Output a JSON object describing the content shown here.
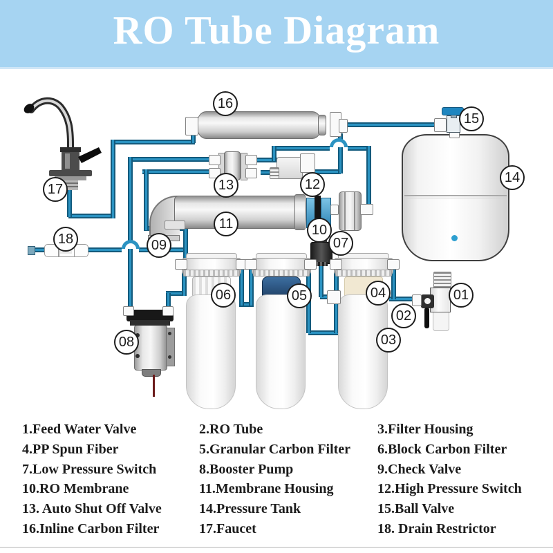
{
  "title": "RO Tube Diagram",
  "colors": {
    "header_bg": "#a6d4f2",
    "title_text": "#ffffff",
    "tube_fill": "#2b93c2",
    "tube_edge": "#135a7c",
    "badge_border": "#1d1d1d",
    "legend_text": "#1c1c1c",
    "ball_valve_handle_blue": "#1f86c0",
    "tank_dot_blue": "#2e9fd0",
    "pump_wire_red": "#6b1a1a",
    "granular_carbon_insert_blue": "#274e79"
  },
  "diagram": {
    "badges": [
      {
        "label": "01"
      },
      {
        "label": "02"
      },
      {
        "label": "03"
      },
      {
        "label": "04"
      },
      {
        "label": "05"
      },
      {
        "label": "06"
      },
      {
        "label": "07"
      },
      {
        "label": "08"
      },
      {
        "label": "09"
      },
      {
        "label": "10"
      },
      {
        "label": "11"
      },
      {
        "label": "12"
      },
      {
        "label": "13"
      },
      {
        "label": "14"
      },
      {
        "label": "15"
      },
      {
        "label": "16"
      },
      {
        "label": "17"
      },
      {
        "label": "18"
      }
    ]
  },
  "legend": {
    "items": [
      {
        "text": "1.Feed Water Valve"
      },
      {
        "text": "2.RO Tube"
      },
      {
        "text": "3.Filter Housing"
      },
      {
        "text": "4.PP Spun Fiber"
      },
      {
        "text": "5.Granular Carbon Filter"
      },
      {
        "text": "6.Block Carbon Filter"
      },
      {
        "text": "7.Low Pressure Switch"
      },
      {
        "text": "8.Booster Pump"
      },
      {
        "text": "9.Check Valve"
      },
      {
        "text": "10.RO Membrane"
      },
      {
        "text": "11.Membrane Housing"
      },
      {
        "text": "12.High Pressure Switch"
      },
      {
        "text": "13. Auto Shut Off Valve"
      },
      {
        "text": "14.Pressure Tank"
      },
      {
        "text": "15.Ball Valve"
      },
      {
        "text": "16.Inline Carbon Filter"
      },
      {
        "text": "17.Faucet"
      },
      {
        "text": "18. Drain Restrictor"
      }
    ]
  }
}
